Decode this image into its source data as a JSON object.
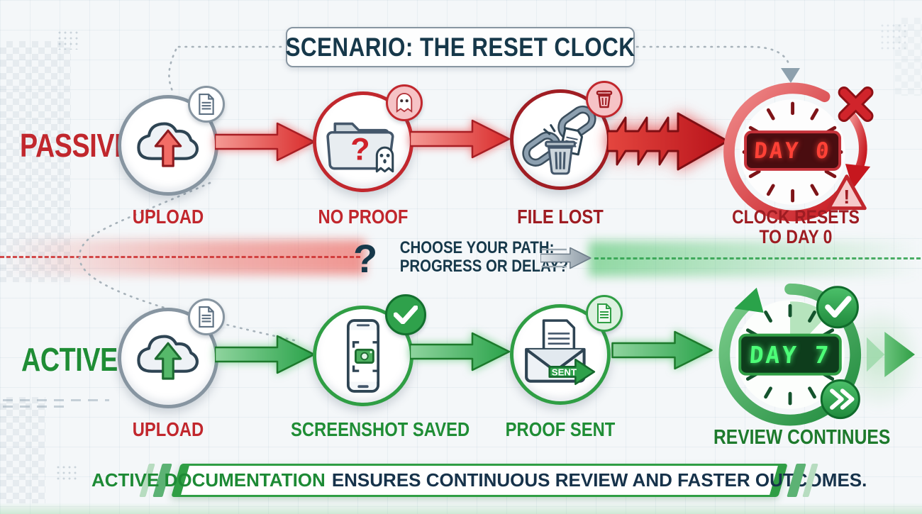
{
  "title": "SCENARIO: THE RESET CLOCK",
  "passive": {
    "row_label": "PASSIVE",
    "step1_label": "UPLOAD",
    "step2_label": "NO PROOF",
    "step3_label": "FILE LOST",
    "clock_display": "DAY 0",
    "clock_label_line1": "CLOCK RESETS",
    "clock_label_line2": "TO DAY 0",
    "warning_mark": "!"
  },
  "active": {
    "row_label": "ACTIVE",
    "step1_label": "UPLOAD",
    "step2_label": "SCREENSHOT SAVED",
    "step3_label": "PROOF SENT",
    "sent_label": "SENT",
    "clock_display": "DAY 7",
    "clock_label": "REVIEW CONTINUES"
  },
  "divider": {
    "question_mark": "?",
    "line1": "CHOOSE YOUR PATH:",
    "line2": "PROGRESS OR DELAY?"
  },
  "banner": {
    "highlight": "ACTIVE DOCUMENTATION",
    "rest": "ENSURES CONTINUOUS REVIEW AND FASTER OUTCOMES."
  },
  "icons": [
    "cloud-upload-icon",
    "document-badge-icon",
    "folder-question-icon",
    "ghost-icon",
    "broken-link-icon",
    "trash-icon",
    "reset-clock-icon",
    "x-mark-icon",
    "warning-triangle-icon",
    "phone-screenshot-icon",
    "check-badge-icon",
    "envelope-sent-icon",
    "progress-clock-icon",
    "fast-forward-icon",
    "question-mark-icon",
    "arrow-right-icon"
  ],
  "colors": {
    "passive_red": "#c1272d",
    "passive_dark_red": "#9e1c22",
    "active_green": "#1f8d35",
    "accent_green": "#2f9e44",
    "navy": "#16384a",
    "circle_gray": "#8795a1"
  }
}
